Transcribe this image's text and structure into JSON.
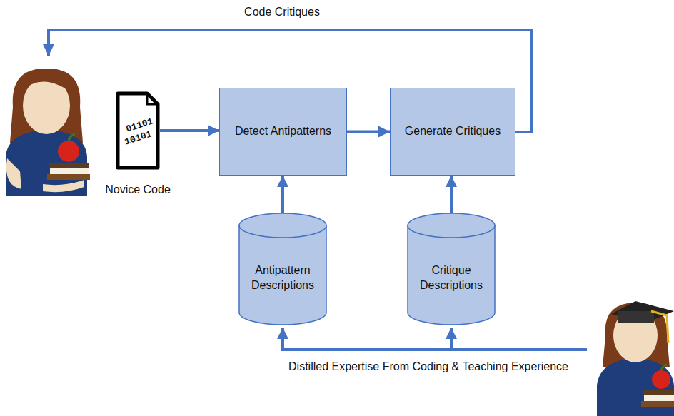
{
  "diagram": {
    "nodes": [
      {
        "text": [
          "Novice Code"
        ]
      },
      {
        "text": [
          "Detect Antipatterns"
        ]
      },
      {
        "text": [
          "Generate Critiques"
        ]
      },
      {
        "text": [
          "Antipattern Descriptions"
        ]
      },
      {
        "text": [
          "Critique Descriptions"
        ]
      }
    ],
    "edges": [
      {
        "from": 0,
        "to": 1,
        "arrow": "to"
      },
      {
        "from": 1,
        "to": 2,
        "arrow": "to"
      },
      {
        "from": 3,
        "to": 1,
        "arrow": "to"
      },
      {
        "from": 4,
        "to": 2,
        "arrow": "to"
      }
    ],
    "labels": [
      "Code Critiques",
      "Distilled Expertise From Coding &  Teaching Experience",
      "01101",
      "10101"
    ]
  }
}
